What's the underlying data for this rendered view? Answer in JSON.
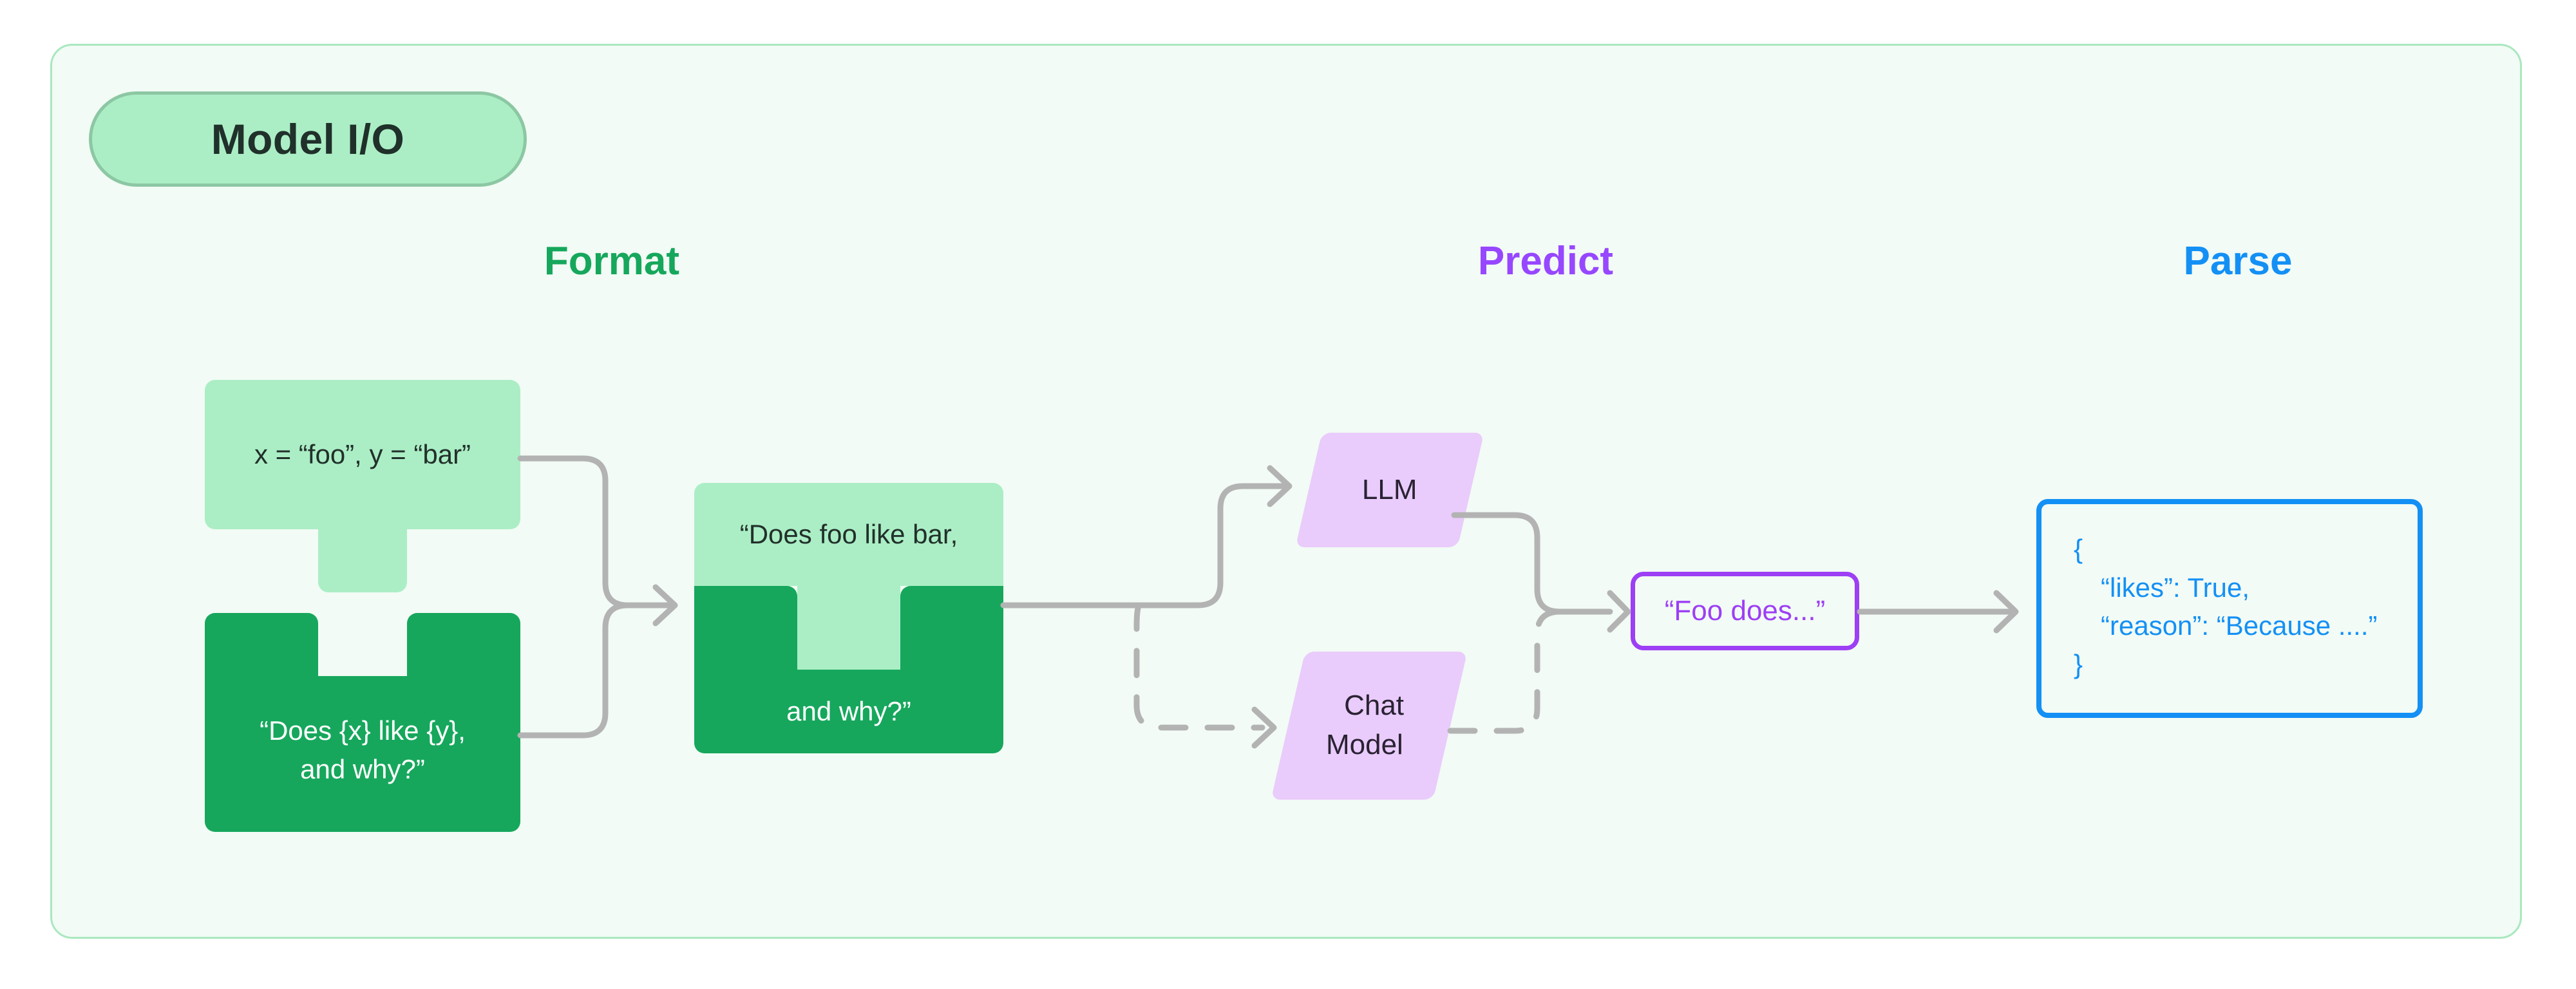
{
  "container": {
    "background": "#f2fbf5",
    "border_color": "#a9e8bf"
  },
  "badge": {
    "label": "Model I/O",
    "background": "#abeec5",
    "border_color": "#8cc7a3",
    "text_color": "#20302a"
  },
  "headings": {
    "format": {
      "label": "Format",
      "color": "#16a75c"
    },
    "predict": {
      "label": "Predict",
      "color": "#9747ff"
    },
    "parse": {
      "label": "Parse",
      "color": "#1490f5"
    }
  },
  "format_stage": {
    "inputs_piece": {
      "label": "x = “foo”, y = “bar”",
      "fill": "#abeec5",
      "text_color": "#22302b",
      "shape": "puzzle-tab-bottom"
    },
    "template_piece": {
      "line1": "“Does {x} like {y},",
      "line2": "and why?”",
      "fill": "#16a75c",
      "text_color": "#ffffff",
      "shape": "puzzle-notch-top"
    },
    "combined": {
      "top_label": "“Does foo like bar,",
      "bottom_label": "and why?”",
      "top_fill": "#abeec5",
      "bottom_fill": "#16a75c",
      "top_text_color": "#22302b",
      "bottom_text_color": "#ffffff"
    }
  },
  "predict_stage": {
    "llm": {
      "label": "LLM",
      "fill": "#e9ccfb",
      "text_color": "#2a2233",
      "edge_style": "solid"
    },
    "chat_model": {
      "line1": "Chat",
      "line2": "Model",
      "fill": "#e9ccfb",
      "text_color": "#2a2233",
      "edge_style": "dashed"
    },
    "output": {
      "label": "“Foo does...”",
      "border_color": "#9d3ff5",
      "text_color": "#9d3ff5"
    }
  },
  "parse_stage": {
    "json_box": {
      "border_color": "#1490f5",
      "text_color": "#1490f5",
      "lines": [
        "{",
        "“likes”: True,",
        "“reason”: “Because ....”",
        "}"
      ]
    }
  },
  "connectors": {
    "stroke_color": "#b3b3b3",
    "edges": [
      {
        "from": "inputs_piece",
        "to": "combined",
        "style": "solid"
      },
      {
        "from": "template_piece",
        "to": "combined",
        "style": "solid"
      },
      {
        "from": "combined",
        "to": "llm",
        "style": "solid"
      },
      {
        "from": "combined",
        "to": "chat_model",
        "style": "dashed"
      },
      {
        "from": "llm",
        "to": "output",
        "style": "solid"
      },
      {
        "from": "chat_model",
        "to": "output",
        "style": "dashed"
      },
      {
        "from": "output",
        "to": "json_box",
        "style": "solid"
      }
    ]
  }
}
